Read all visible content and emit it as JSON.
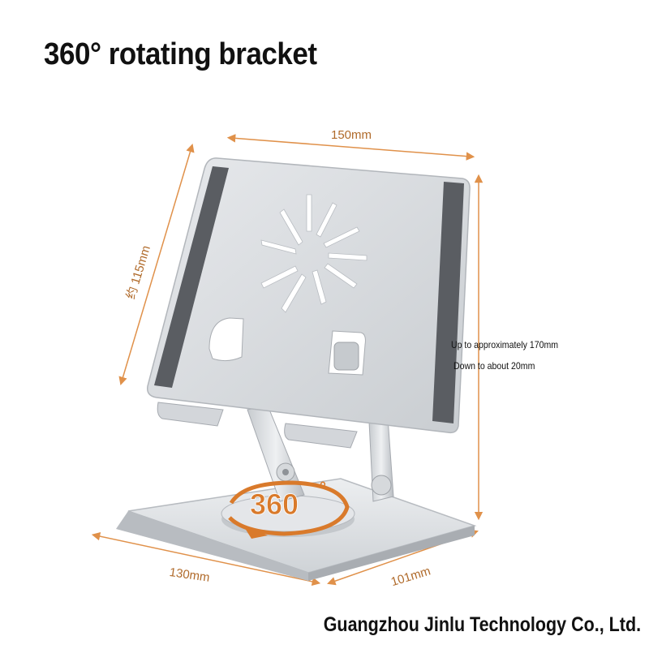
{
  "title": "360° rotating bracket",
  "dimensions": {
    "width": "150mm",
    "height": "约 115mm",
    "base_width": "130mm",
    "base_depth": "101mm"
  },
  "notes": {
    "max_height": "Up to approximately 170mm",
    "min_height": "Down to about 20mm"
  },
  "rotation_badge": {
    "value": "360",
    "degree": "°"
  },
  "footer": "Guangzhou Jinlu Technology Co., Ltd.",
  "colors": {
    "dimension_lines": "#e0914a",
    "aluminum": "#d9dcdf",
    "pad": "#5a5d62",
    "badge": "#d97a2b"
  }
}
